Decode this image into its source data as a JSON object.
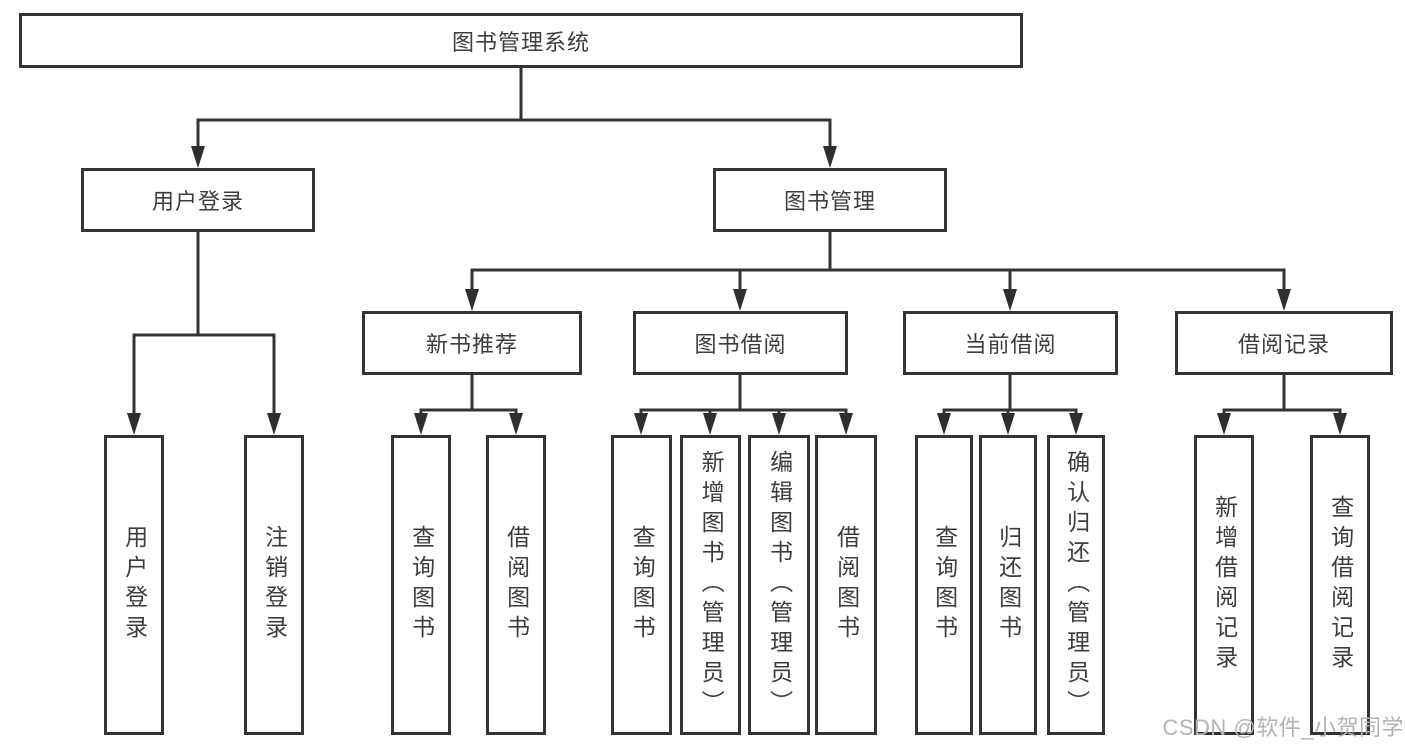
{
  "diagram_title": "图书管理系统",
  "colors": {
    "line": "#333333",
    "box_border": "#333333",
    "text": "#3d3d3d",
    "background": "#ffffff",
    "watermark": "#b3b3b3"
  },
  "tree": {
    "root": {
      "label": "图书管理系统"
    },
    "level2": [
      {
        "label": "用户登录"
      },
      {
        "label": "图书管理"
      }
    ],
    "level3": [
      {
        "label": "新书推荐"
      },
      {
        "label": "图书借阅"
      },
      {
        "label": "当前借阅"
      },
      {
        "label": "借阅记录"
      }
    ],
    "leaves": {
      "user_login": [
        {
          "label": "用户登录"
        },
        {
          "label": "注销登录"
        }
      ],
      "new_book_rec": [
        {
          "label": "查询图书"
        },
        {
          "label": "借阅图书"
        }
      ],
      "book_borrow": [
        {
          "label": "查询图书"
        },
        {
          "label": "新增图书（管理员）"
        },
        {
          "label": "编辑图书（管理员）"
        },
        {
          "label": "借阅图书"
        }
      ],
      "current_borrow": [
        {
          "label": "查询图书"
        },
        {
          "label": "归还图书"
        },
        {
          "label": "确认归还（管理员）"
        }
      ],
      "borrow_records": [
        {
          "label": "新增借阅记录"
        },
        {
          "label": "查询借阅记录"
        }
      ]
    }
  },
  "watermark": {
    "text": "CSDN @软件_小贺同学"
  }
}
